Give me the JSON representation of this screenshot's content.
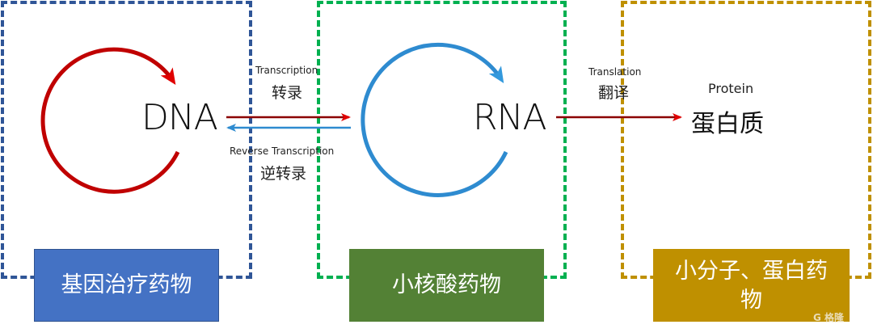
{
  "stages": [
    {
      "molecule": "DNA",
      "drug_label": "基因治疗药物",
      "color": "#2f5597",
      "label_bg": "#4472c4"
    },
    {
      "molecule": "RNA",
      "drug_label": "小核酸药物",
      "color": "#00b050",
      "label_bg": "#538135"
    },
    {
      "molecule_en": "Protein",
      "molecule_zh": "蛋白质",
      "drug_label": "小分子、蛋白药物",
      "color": "#bf9000",
      "label_bg": "#bf9000"
    }
  ],
  "arrows": {
    "transcription": {
      "en": "Transcription",
      "zh": "转录",
      "color": "#a50000"
    },
    "reverse_transcription": {
      "en": "Reverse Transcription",
      "zh": "逆转录",
      "color": "#2e8bd0"
    },
    "translation": {
      "en": "Translation",
      "zh": "翻译",
      "color": "#a50000"
    }
  },
  "cycles": {
    "dna_color": "#c00000",
    "rna_color": "#2e8bd0"
  },
  "watermark": "G 格隆"
}
